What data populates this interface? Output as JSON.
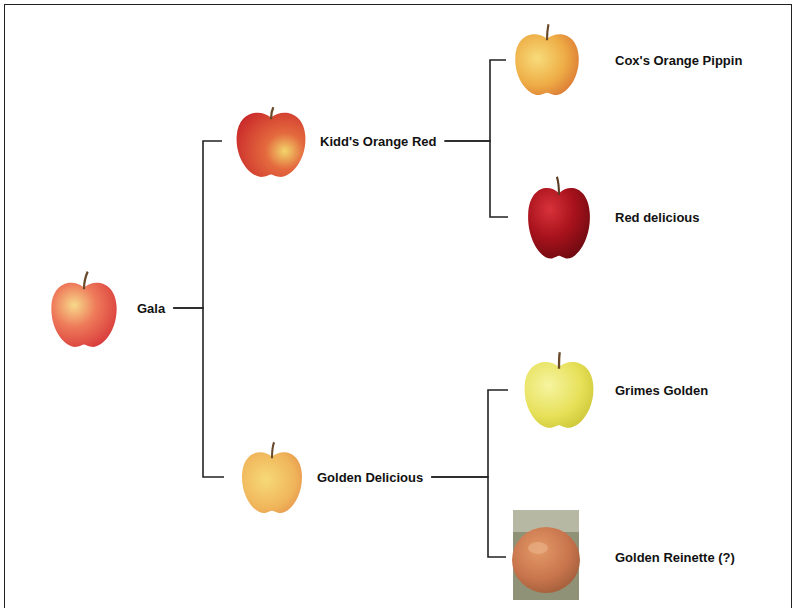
{
  "diagram": {
    "nodes": [
      {
        "text": [
          "Gala"
        ]
      },
      {
        "text": [
          "Kidd's Orange Red"
        ]
      },
      {
        "text": [
          "Cox's Orange Pippin"
        ]
      },
      {
        "text": [
          "Red delicious"
        ]
      },
      {
        "text": [
          "Golden Delicious"
        ]
      },
      {
        "text": [
          "Grimes Golden"
        ]
      },
      {
        "text": [
          "Golden Reinette (?)"
        ]
      }
    ],
    "edges": [
      {
        "from": 0,
        "to": 1,
        "arrow": "none"
      },
      {
        "from": 0,
        "to": 4,
        "arrow": "none"
      },
      {
        "from": 1,
        "to": 2,
        "arrow": "none"
      },
      {
        "from": 1,
        "to": 3,
        "arrow": "none"
      },
      {
        "from": 4,
        "to": 5,
        "arrow": "none"
      },
      {
        "from": 4,
        "to": 6,
        "arrow": "none"
      }
    ]
  }
}
